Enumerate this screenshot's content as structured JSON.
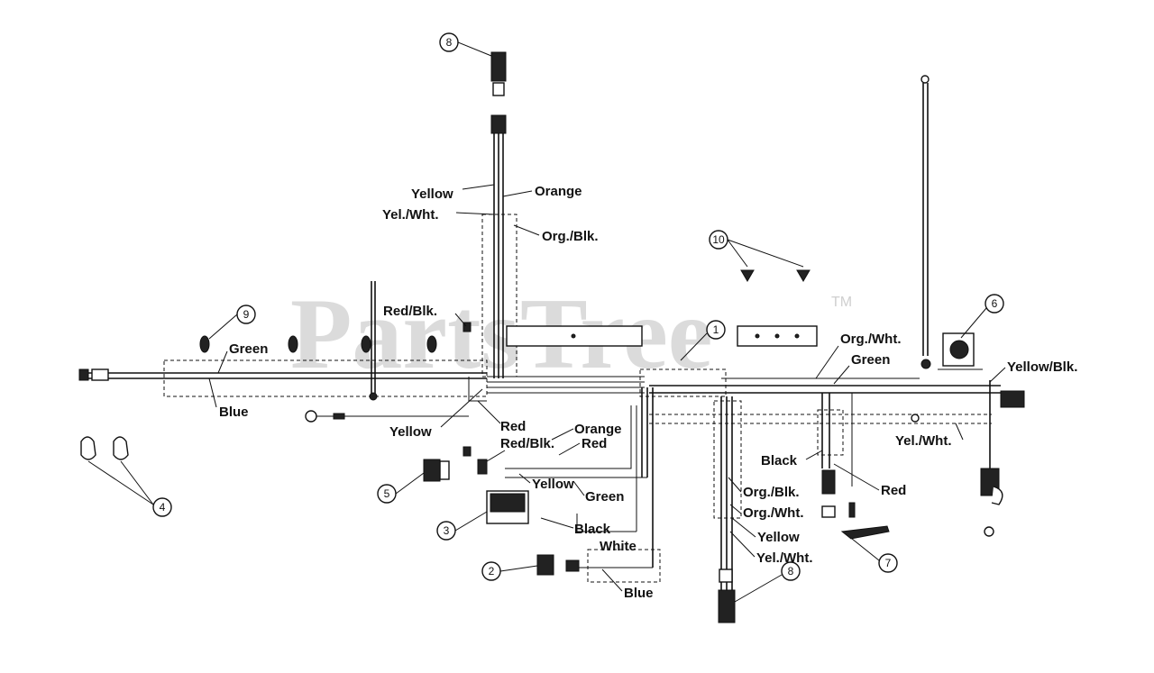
{
  "watermark": {
    "text": "PartsTree",
    "trademark": "TM"
  },
  "wire_labels": {
    "yellow_top": "Yellow",
    "orange_top": "Orange",
    "yel_wht_top": "Yel./Wht.",
    "org_blk_top": "Org./Blk.",
    "red_blk_left": "Red/Blk.",
    "green_left": "Green",
    "blue_left": "Blue",
    "yellow_mid": "Yellow",
    "red_mid": "Red",
    "orange_mid": "Orange",
    "red_blk_mid": "Red/Blk.",
    "red_mid2": "Red",
    "yellow_low": "Yellow",
    "green_low": "Green",
    "black_low": "Black",
    "white_low": "White",
    "blue_low": "Blue",
    "org_wht_right": "Org./Wht.",
    "green_right": "Green",
    "yellow_blk_right": "Yellow/Blk.",
    "yel_wht_right": "Yel./Wht.",
    "black_right": "Black",
    "red_right": "Red",
    "org_blk_right": "Org./Blk.",
    "org_wht_right2": "Org./Wht.",
    "yellow_right2": "Yellow",
    "yel_wht_right2": "Yel./Wht."
  },
  "callouts": {
    "c1": "1",
    "c2": "2",
    "c3": "3",
    "c4": "4",
    "c5": "5",
    "c6": "6",
    "c7": "7",
    "c8_top": "8",
    "c8_bottom": "8",
    "c9": "9",
    "c10": "10"
  }
}
